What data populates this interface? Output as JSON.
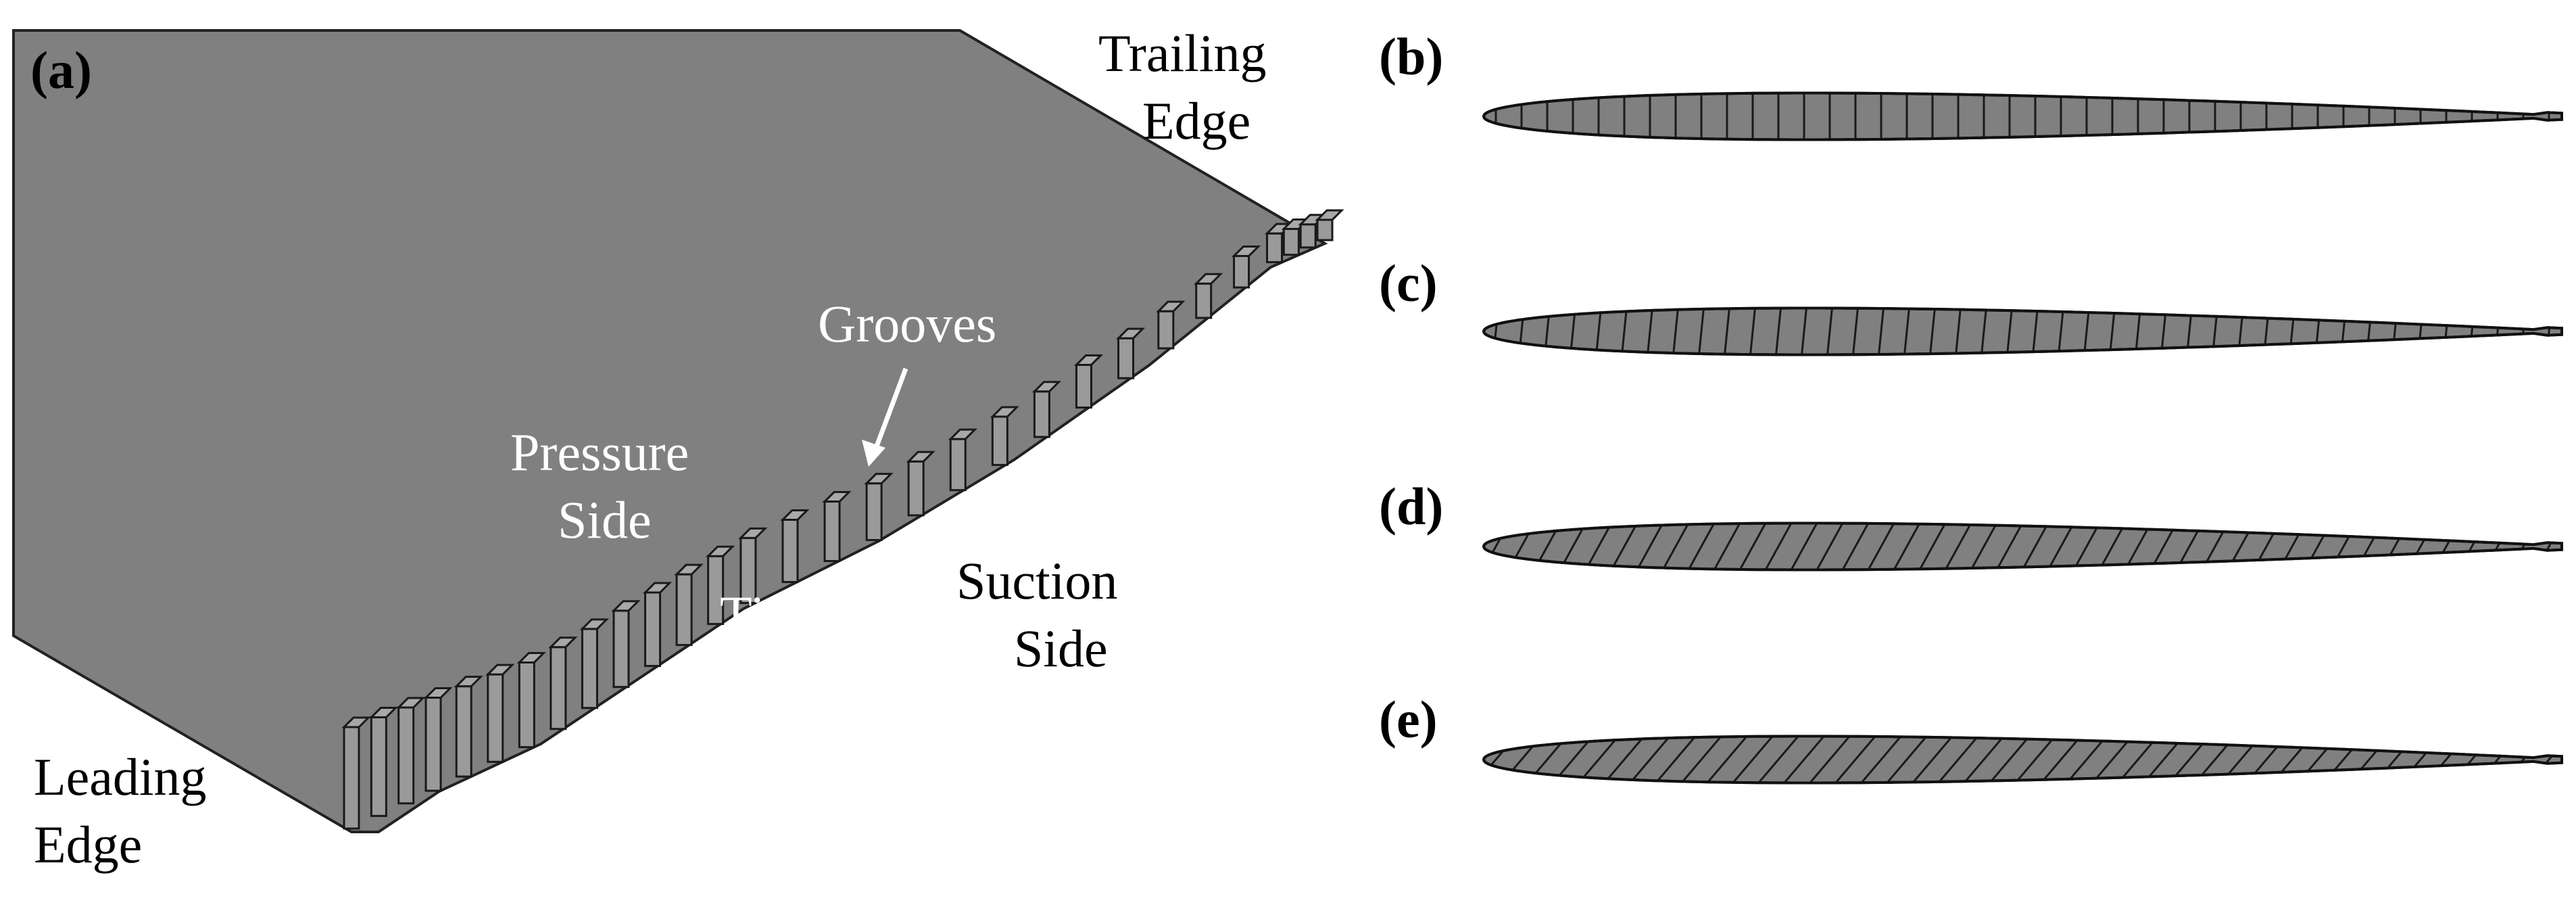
{
  "panels": {
    "a": {
      "label": "(a)"
    },
    "b": {
      "label": "(b)",
      "groove_pattern": "vertical"
    },
    "c": {
      "label": "(c)",
      "groove_pattern": "slight-slant"
    },
    "d": {
      "label": "(d)",
      "groove_pattern": "moderate-slant"
    },
    "e": {
      "label": "(e)",
      "groove_pattern": "steep-slant"
    }
  },
  "annotations": {
    "trailing_edge": [
      "Trailing",
      "Edge"
    ],
    "grooves": "Grooves",
    "pressure_side": [
      "Pressure",
      "Side"
    ],
    "tip": "Tip",
    "suction_side": [
      "Suction",
      "Side"
    ],
    "leading_edge": [
      "Leading",
      "Edge"
    ]
  },
  "colors": {
    "blade_gray": "#808080",
    "outline": "#222222",
    "background": "#ffffff"
  }
}
